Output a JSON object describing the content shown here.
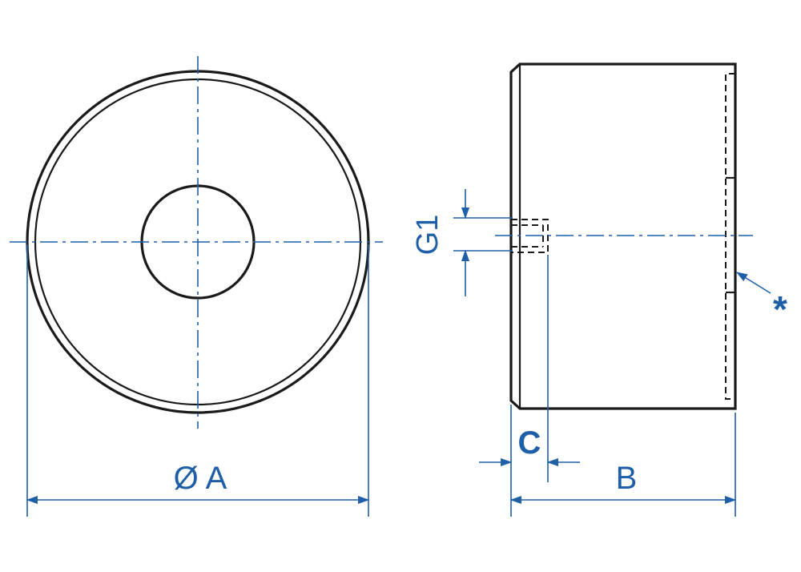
{
  "labels": {
    "diameter": "Ø A",
    "length": "B",
    "chamfer": "C",
    "thread": "G1",
    "note_marker": "*"
  },
  "colors": {
    "dimension": "#1f5fa8",
    "outline": "#1a1a1a",
    "background": "#ffffff"
  }
}
